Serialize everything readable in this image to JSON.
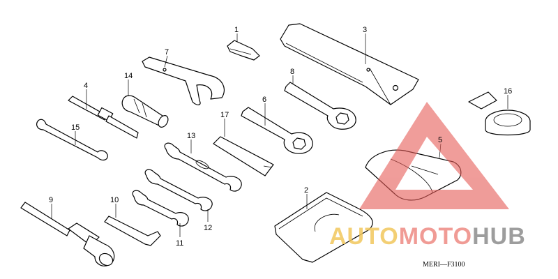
{
  "diagram": {
    "code": "MERI—F3100",
    "callouts": [
      "1",
      "2",
      "3",
      "4",
      "5",
      "6",
      "7",
      "8",
      "9",
      "10",
      "11",
      "12",
      "13",
      "14",
      "15",
      "16",
      "17"
    ]
  },
  "watermark": {
    "prefix": "AUTO",
    "middle": "MOTO",
    "suffix": "HUB",
    "colors": {
      "triangle": "#e65a55",
      "auto": "#f2c75c",
      "moto": "#ee8a83",
      "hub": "#8c8c8c"
    }
  }
}
